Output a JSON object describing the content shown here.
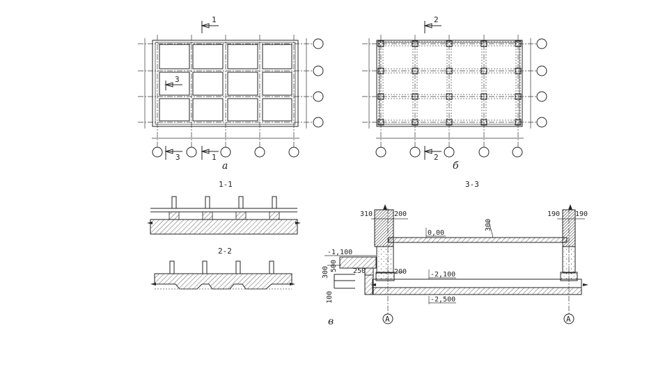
{
  "labels": {
    "plan_a_caption": "а",
    "plan_b_caption": "б",
    "section_c_caption": "в",
    "cut_1_top": "1",
    "cut_1_bottom": "1",
    "cut_3_left": "3",
    "cut_3_bottom": "3",
    "cut_2_top": "2",
    "cut_2_bottom": "2",
    "section_1_1": "1-1",
    "section_2_2": "2-2",
    "section_3_3": "3-3"
  },
  "dimensions": {
    "d310": "310",
    "d200_top": "200",
    "d190_left": "190",
    "d190_right": "190",
    "level_000": "0,00",
    "d300_right": "300",
    "level_m1100": "-1,100",
    "d500": "500",
    "d300_left": "300",
    "d100": "100",
    "d250": "250",
    "d200_mid": "200",
    "level_m2100": "-2,100",
    "level_m2500": "-2,500"
  },
  "axes": {
    "axis_a_left": "А",
    "axis_a_right": "А"
  }
}
